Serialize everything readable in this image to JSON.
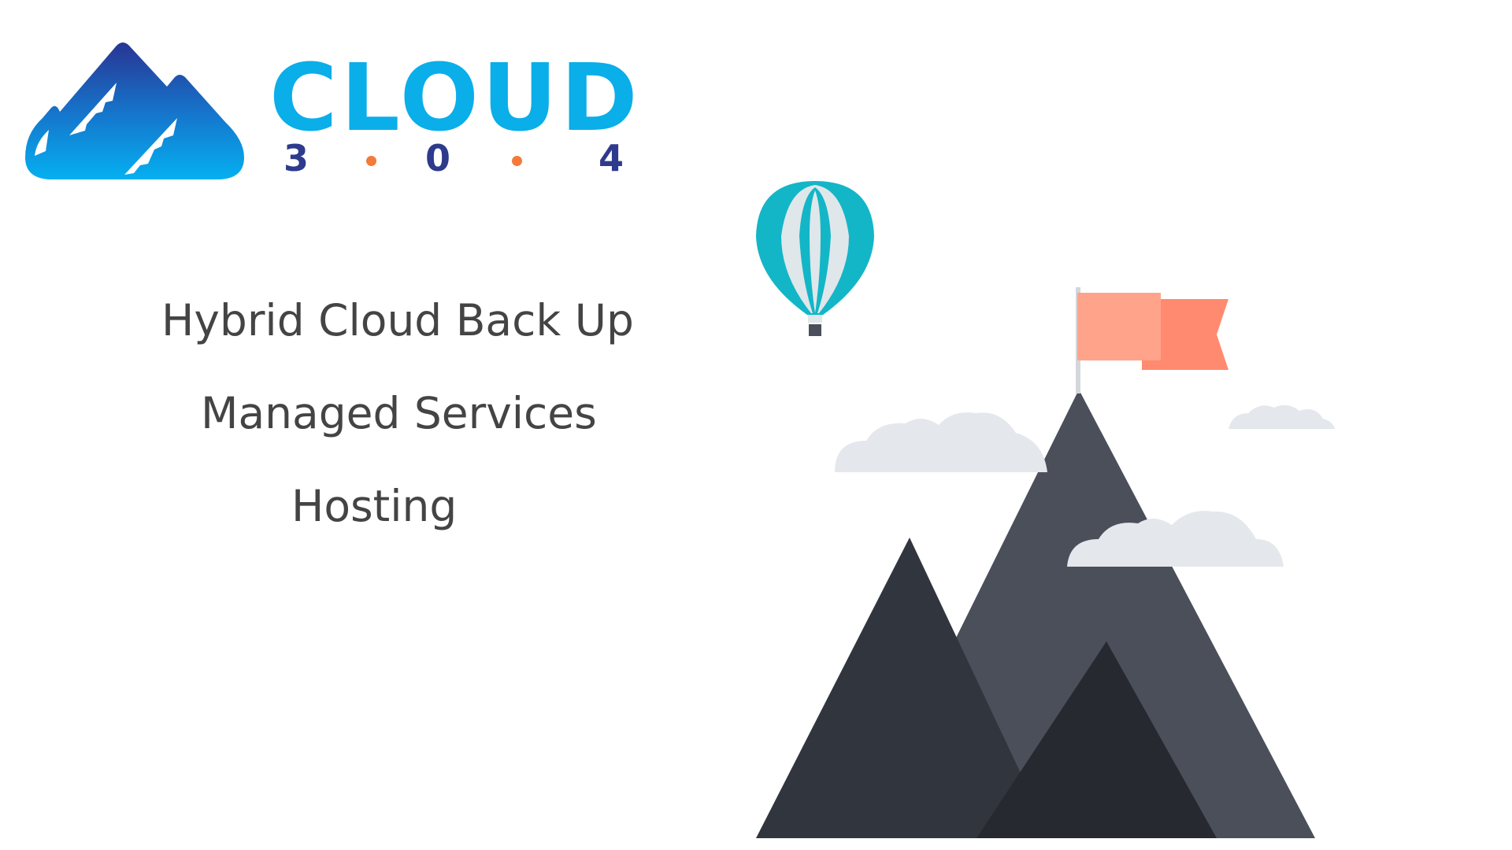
{
  "logo": {
    "word": "CLOUD",
    "digits": [
      "3",
      "0",
      "4"
    ],
    "colors": {
      "word": "#0aaee9",
      "digits": "#2e3a8c",
      "dots": "#f47a3a",
      "mark_top": "#283593",
      "mark_bottom": "#05b0f0"
    }
  },
  "services": [
    "Hybrid Cloud Back Up",
    "Managed Services",
    "Hosting"
  ],
  "illustration": {
    "colors": {
      "mountain_back": "#4a4f5a",
      "mountain_left": "#31353d",
      "mountain_front": "#26292f",
      "cloud": "#e4e7eb",
      "flag_front": "#ffa38a",
      "flag_back": "#ff8a6f",
      "balloon_stripe": "#13b6c7",
      "balloon_light": "#dfe7ea"
    },
    "icons": [
      "mountain-icon",
      "flag-icon",
      "hot-air-balloon-icon",
      "cloud-icon"
    ]
  }
}
